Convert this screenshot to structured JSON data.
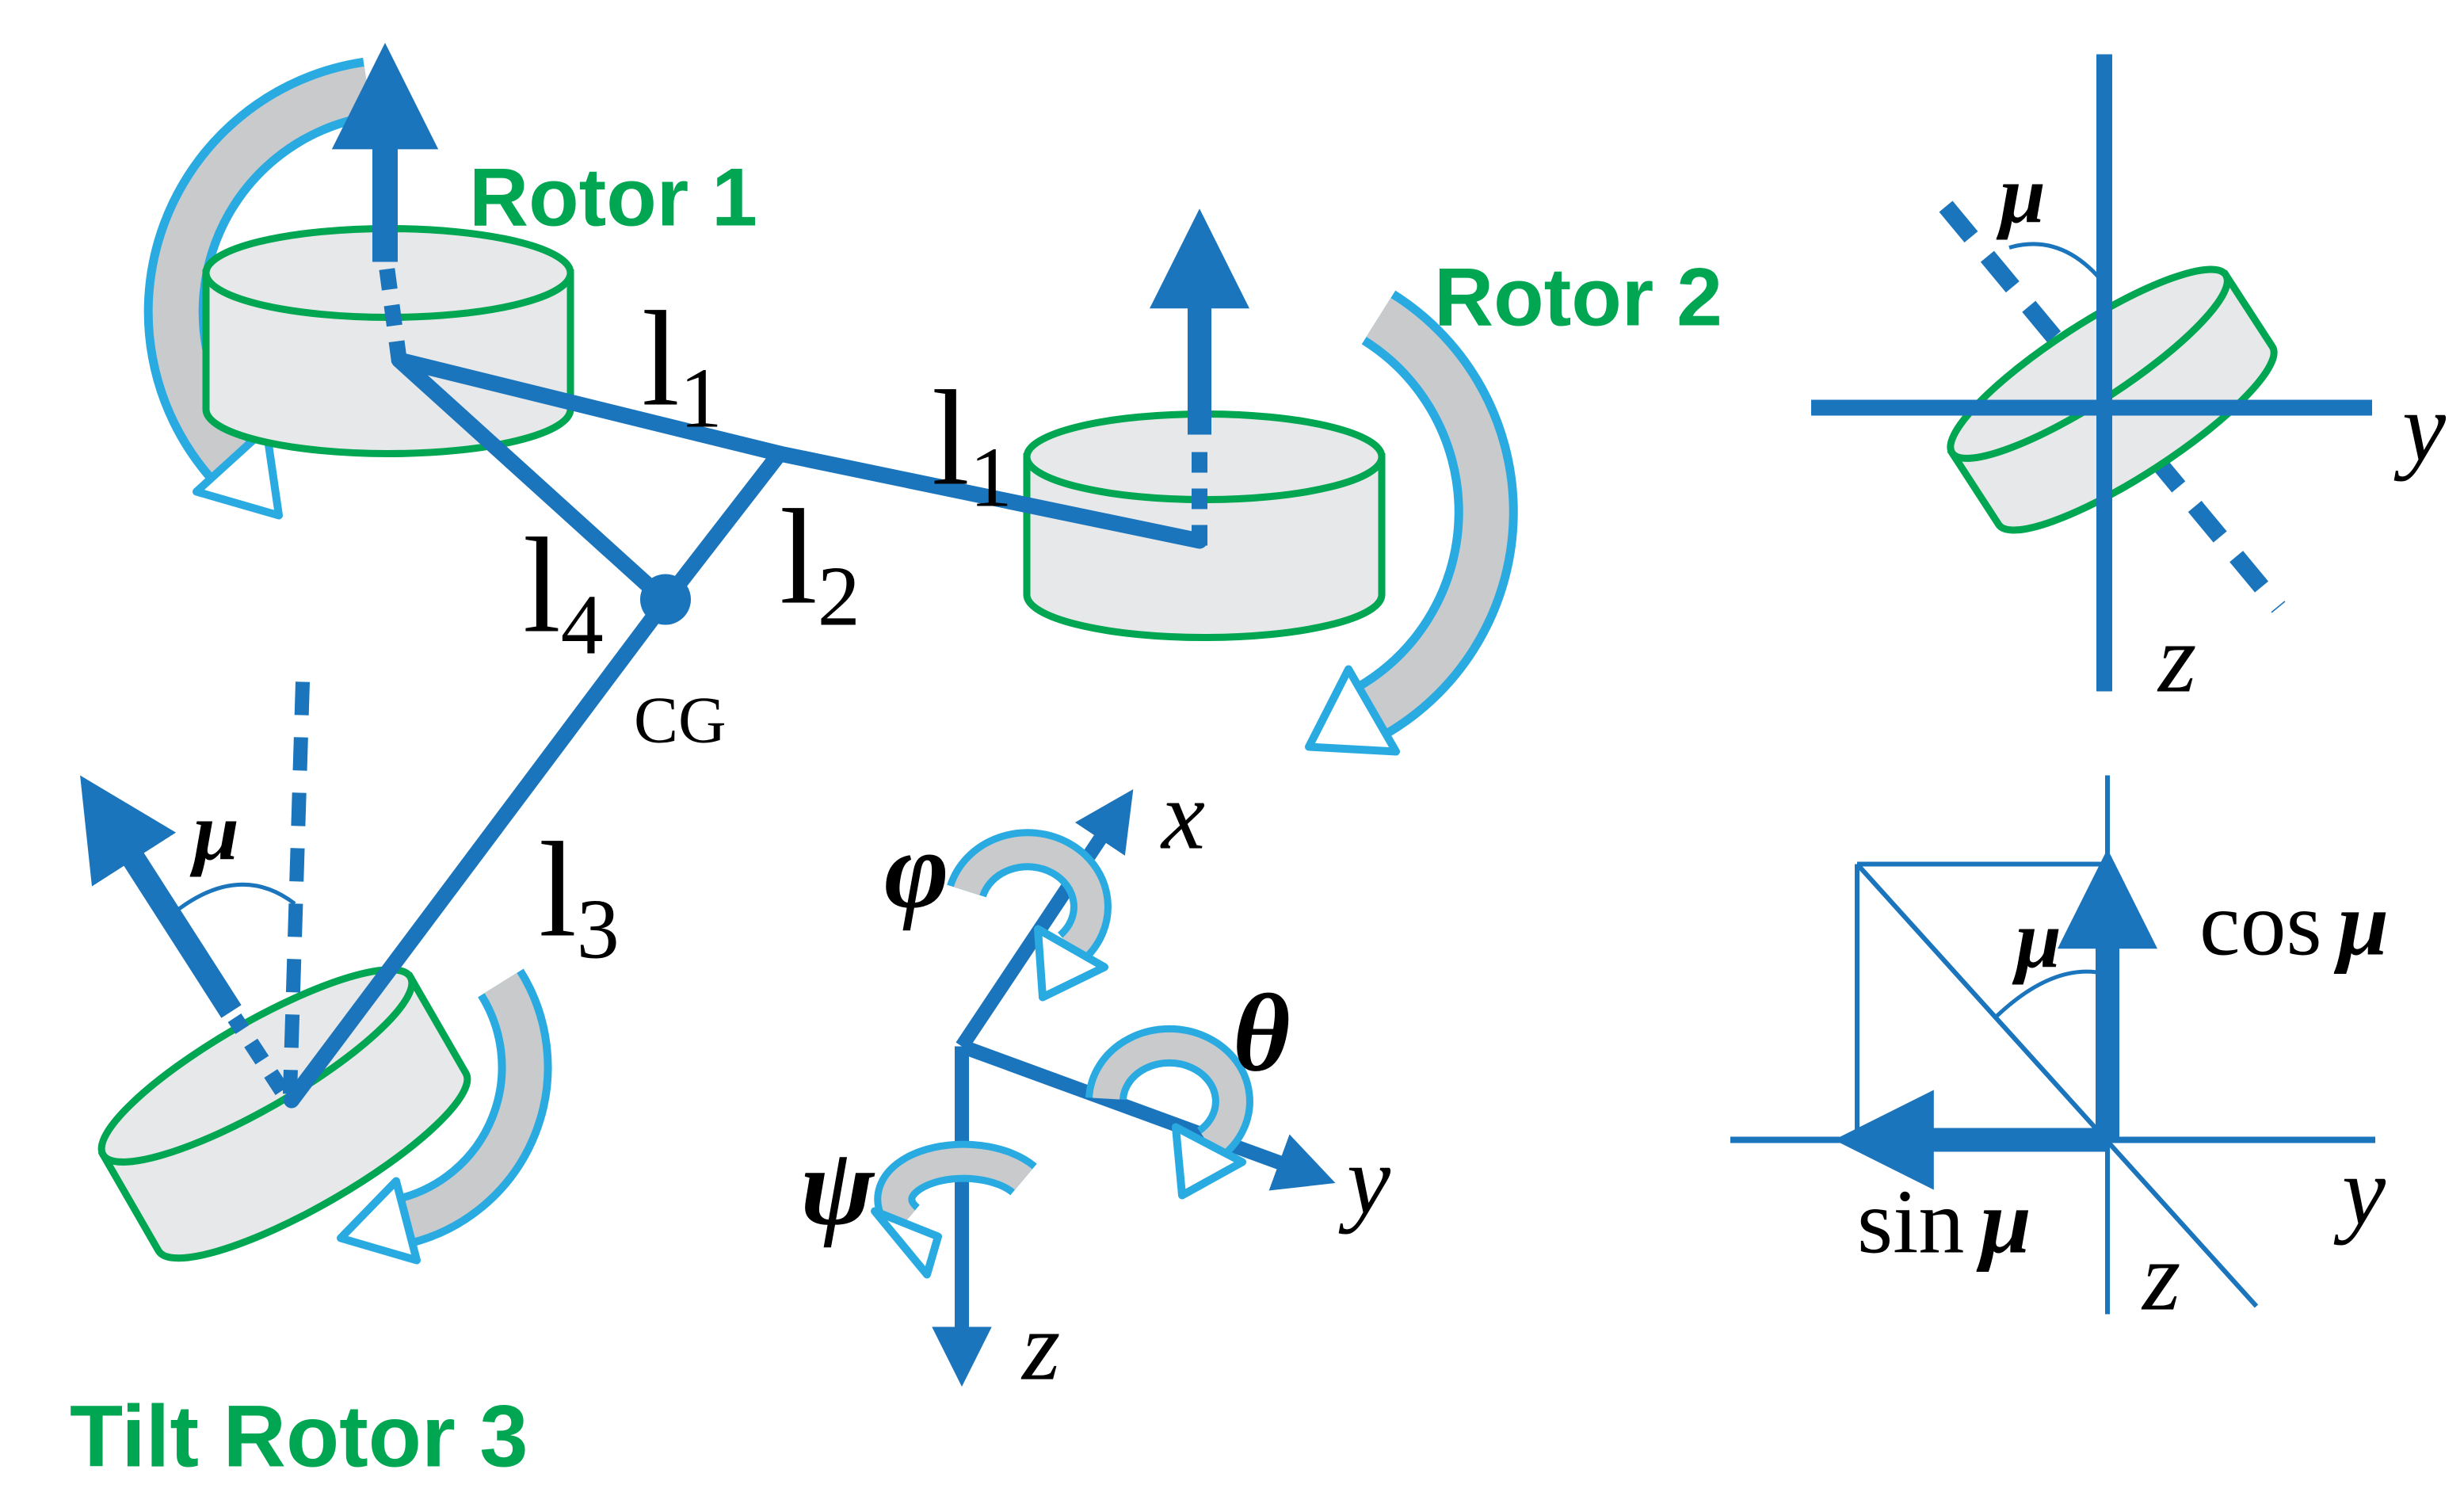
{
  "figure": {
    "rotor1_label": "Rotor 1",
    "rotor2_label": "Rotor 2",
    "rotor3_label": "Tilt Rotor 3",
    "cg_label": "CG"
  },
  "arm_labels": {
    "l1a_base": "l",
    "l1a_sub": "1",
    "l1b_base": "l",
    "l1b_sub": "1",
    "l2_base": "l",
    "l2_sub": "2",
    "l3_base": "l",
    "l3_sub": "3",
    "l4_base": "l",
    "l4_sub": "4"
  },
  "body_frame": {
    "x_label": "x",
    "y_label": "y",
    "z_label": "z",
    "roll_label": "φ",
    "pitch_label": "θ",
    "yaw_label": "ψ"
  },
  "tilt_rotor": {
    "mu_label": "μ"
  },
  "tilt_detail": {
    "mu_label": "μ",
    "y_label": "y",
    "z_label": "z"
  },
  "thrust_decomposition": {
    "mu_label": "μ",
    "cos_word": "cos",
    "cos_mu": "μ",
    "sin_word": "sin",
    "sin_mu": "μ",
    "y_label": "y",
    "z_label": "z"
  },
  "colors": {
    "arm_blue": "#1B75BC",
    "rotation_cyan": "#29ABE2",
    "rotor_green": "#00A651",
    "disk_fill": "#E7E8E9",
    "band_fill": "#C9CACC",
    "text_black": "#000000",
    "background": "#FFFFFF"
  }
}
